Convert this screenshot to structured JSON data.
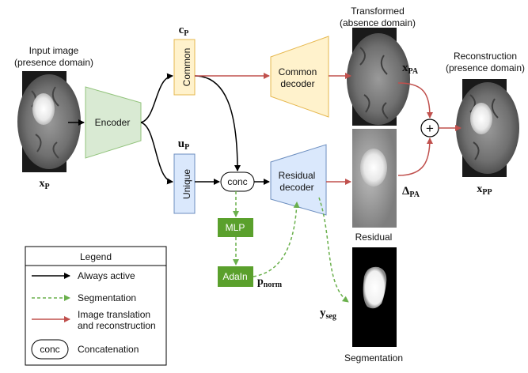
{
  "input": {
    "title_line1": "Input image",
    "title_line2": "(presence domain)",
    "var": "x",
    "var_sub": "P"
  },
  "encoder": {
    "label": "Encoder"
  },
  "common": {
    "label": "Common",
    "var": "c",
    "var_sub": "P"
  },
  "unique": {
    "label": "Unique",
    "var": "u",
    "var_sub": "P"
  },
  "common_decoder": {
    "line1": "Common",
    "line2": "decoder"
  },
  "residual_decoder": {
    "line1": "Residual",
    "line2": "decoder"
  },
  "conc": {
    "label": "conc"
  },
  "mlp": {
    "label": "MLP"
  },
  "adain": {
    "label": "AdaIn",
    "var": "p",
    "var_sub": "norm"
  },
  "transformed": {
    "title_line1": "Transformed",
    "title_line2": "(absence domain)",
    "var": "x",
    "var_sub": "PA"
  },
  "residual": {
    "caption": "Residual",
    "var": "Δ",
    "var_sub": "PA"
  },
  "plus": {
    "symbol": "+"
  },
  "reconstruction": {
    "title_line1": "Reconstruction",
    "title_line2": "(presence domain)",
    "var": "x",
    "var_sub": "PP"
  },
  "segmentation": {
    "caption": "Segmentation",
    "var": "y",
    "var_sub": "seg"
  },
  "legend": {
    "title": "Legend",
    "always_active": "Always active",
    "segmentation": "Segmentation",
    "translation_line1": "Image translation",
    "translation_line2": "and reconstruction",
    "conc_symbol": "conc",
    "concatenation": "Concatenation"
  },
  "colors": {
    "always_active": "#000000",
    "segmentation": "#6ab04c",
    "translation": "#c0504d",
    "encoder_fill": "#d9ead3",
    "encoder_stroke": "#93c47d",
    "common_fill": "#fff2cc",
    "common_stroke": "#e6b84f",
    "unique_fill": "#dae8fc",
    "unique_stroke": "#6c8ebf",
    "green_box": "#5aa02c"
  }
}
